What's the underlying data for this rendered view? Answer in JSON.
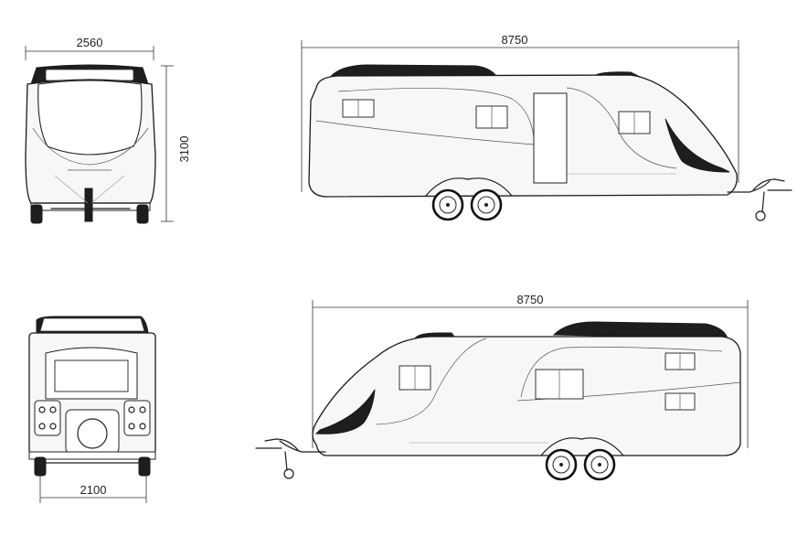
{
  "dimensions": {
    "front_width": "2560",
    "front_height": "3100",
    "side_top_length": "8750",
    "side_bottom_length": "8750",
    "rear_width": "2100"
  }
}
